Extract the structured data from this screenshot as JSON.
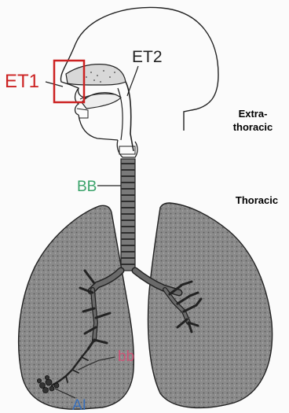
{
  "labels": {
    "et1": "ET1",
    "et2": "ET2",
    "bb": "BB",
    "lbb": "bb",
    "ai": "AI"
  },
  "regions": {
    "extrathoracic_line1": "Extra-",
    "extrathoracic_line2": "thoracic",
    "thoracic": "Thoracic"
  },
  "colors": {
    "et1": "#cc2222",
    "et2": "#222222",
    "bb": "#3aa36a",
    "lbb": "#cc5577",
    "ai": "#3a6fb8",
    "lung_fill": "#7a7a7a",
    "outline": "#222222",
    "highlight_box": "#cc2222"
  }
}
